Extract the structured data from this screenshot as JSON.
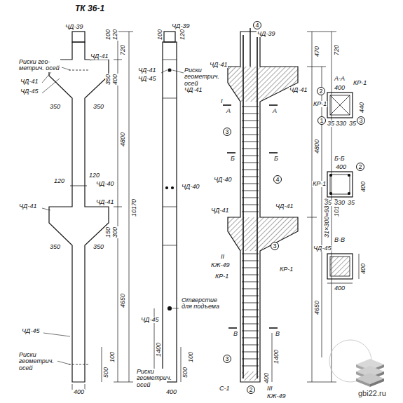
{
  "diagram": {
    "title": "ТК 36-1",
    "labels": [
      "ЧД-39",
      "Риски гео- метрич. осей",
      "ЧД-41",
      "ЧД-41",
      "ЧД-45",
      "350",
      "350",
      "120",
      "120",
      "ЧД-40",
      "ЧД-41",
      "ЧД-41",
      "350",
      "350",
      "ЧД-45",
      "Риски геометрич. осей",
      "400",
      "720",
      "100",
      "120",
      "350",
      "400",
      "4800",
      "10170",
      "150",
      "300",
      "4650",
      "500",
      "100",
      "ЧД-39",
      "ЧД-41",
      "ЧД-45",
      "Риски геометрич. осей",
      "ЧД-41",
      "ЧД-40",
      "Отверстие для подъема",
      "ЧД-45",
      "1400",
      "500",
      "100",
      "Риски геометрич. осей",
      "400",
      "100",
      "120",
      "4",
      "ЧД-39",
      "ЧД-41",
      "ЧД-41",
      "I",
      "А",
      "А",
      "Б",
      "Б",
      "3",
      "ЧД-40",
      "4",
      "ЧД-41",
      "ЧД-41",
      "II",
      "КЖ-49",
      "3",
      "КР-1",
      "КР-1",
      "В",
      "В",
      "1400",
      "3",
      "400",
      "С-1",
      "2",
      "III",
      "КЖ-49",
      "470",
      "4800",
      "31×300=9300",
      "10170",
      "4650",
      "720",
      "А-А",
      "2",
      "400",
      "КР-1",
      "КР-1",
      "1",
      "35",
      "330",
      "35",
      "3",
      "440",
      "Б-Б",
      "400",
      "2",
      "КР-1",
      "35",
      "330",
      "35",
      "400",
      "В-В",
      "ЧД-45",
      "400",
      "400",
      "gbi22.ru"
    ]
  }
}
